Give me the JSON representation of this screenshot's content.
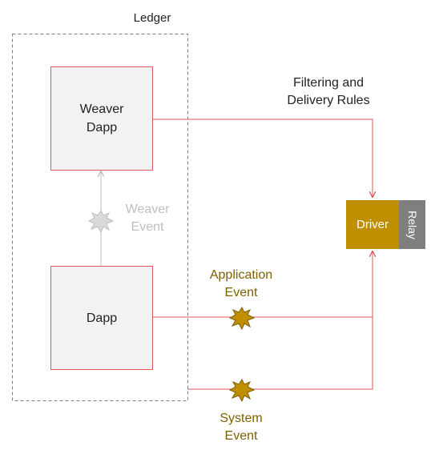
{
  "ledger": {
    "label": "Ledger"
  },
  "weaver_dapp": {
    "label": "Weaver\nDapp"
  },
  "dapp": {
    "label": "Dapp"
  },
  "weaver_event": {
    "label": "Weaver\nEvent"
  },
  "application_event": {
    "label": "Application\nEvent"
  },
  "system_event": {
    "label": "System\nEvent"
  },
  "filtering": {
    "label": "Filtering and\nDelivery Rules"
  },
  "driver": {
    "label": "Driver"
  },
  "relay": {
    "label": "Relay"
  },
  "colors": {
    "connector": "#d9585b",
    "weaver_event": "#bfbfbf",
    "event_star": "#bf8f00",
    "event_text": "#7f6000",
    "driver": "#bf8f00",
    "relay": "#7f7f7f",
    "box_fill": "#f2f2f2"
  },
  "icons": [
    "event-burst-icon"
  ]
}
